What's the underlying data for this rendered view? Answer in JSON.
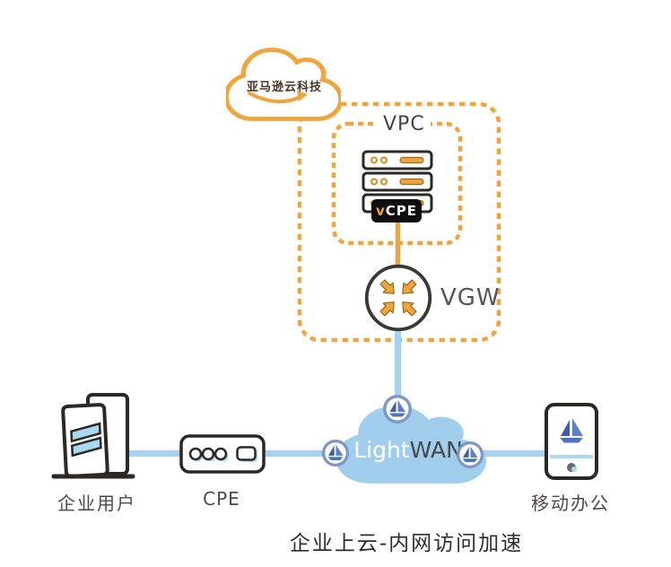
{
  "caption": "企业上云-内网访问加速",
  "aws_cloud": {
    "label": "亚马逊云科技"
  },
  "vpc": {
    "label": "VPC"
  },
  "vcpe": {
    "prefix": "v",
    "name": "CPE"
  },
  "vgw": {
    "label": "VGW"
  },
  "wan": {
    "brand_prefix": "Light",
    "brand_suffix": "WAN"
  },
  "endpoints": {
    "enterprise": {
      "label": "企业用户"
    },
    "cpe": {
      "label": "CPE"
    },
    "mobile": {
      "label": "移动办公"
    }
  },
  "icons": [
    "aws-cloud-icon",
    "smile-arrow-icon",
    "server-stack-icon",
    "vgw-converge-icon",
    "wan-cloud-icon",
    "sailboat-badge-icon",
    "building-icon",
    "cpe-device-icon",
    "smartphone-icon"
  ],
  "colors": {
    "orange": "#F0A43E",
    "orange_outline": "#9A6A14",
    "dark_outline": "#2B2826",
    "blue_line": "#A6D2EE",
    "cloud_blue": "#A0CEEC",
    "badge_ring": "#7E96C8",
    "boat_dark": "#3D5FA0",
    "boat_light": "#5B83C4",
    "label_gray": "#4F4847",
    "caption_dark": "#332B29",
    "aws_text_brown": "#4A3423"
  }
}
